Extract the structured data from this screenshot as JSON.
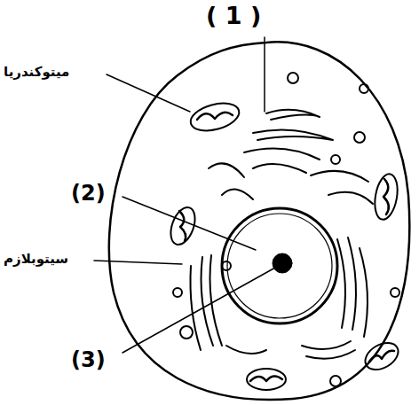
{
  "diagram": {
    "labels": [
      "( 1 )",
      "ميتوكندريا",
      "(2)",
      "سيتوبلازم",
      "(3)"
    ]
  }
}
